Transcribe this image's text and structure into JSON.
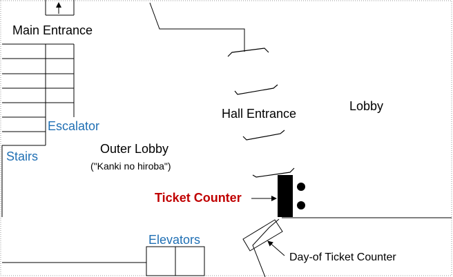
{
  "labels": {
    "main_entrance": "Main Entrance",
    "hall_entrance": "Hall Entrance",
    "lobby": "Lobby",
    "escalator": "Escalator",
    "stairs": "Stairs",
    "outer_lobby": "Outer Lobby",
    "outer_lobby_alt": "(\"Kanki no hiroba\")",
    "ticket_counter": "Ticket Counter",
    "elevators": "Elevators",
    "day_of_ticket_counter": "Day-of Ticket Counter"
  },
  "colors": {
    "wall": "#000000",
    "facility_label": "#1f6fb4",
    "ticket_label": "#c00000"
  }
}
